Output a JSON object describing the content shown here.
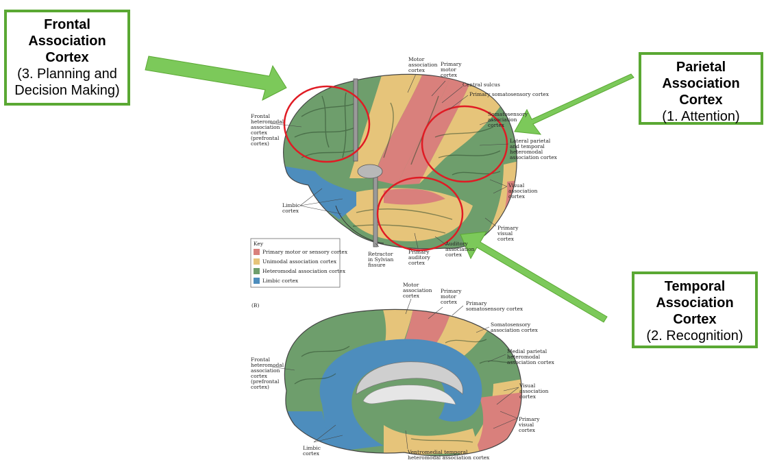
{
  "callouts": {
    "frontal": {
      "title": [
        "Frontal",
        "Association",
        "Cortex"
      ],
      "sub": [
        "(3. Planning and",
        "Decision Making)"
      ]
    },
    "parietal": {
      "title": [
        "Parietal",
        "Association",
        "Cortex"
      ],
      "sub": [
        "(1.  Attention)"
      ]
    },
    "temporal": {
      "title": [
        "Temporal",
        "Association",
        "Cortex"
      ],
      "sub": [
        "(2. Recognition)"
      ]
    }
  },
  "colors": {
    "primary": "#d9807c",
    "unimodal": "#e6c47a",
    "heteromodal": "#6e9e6c",
    "limbic": "#4d8dbd",
    "arrow": "#7cc95a",
    "circle": "#e01b24"
  },
  "lateral_labels": {
    "motor_assoc": [
      "Motor",
      "association",
      "cortex"
    ],
    "primary_motor": [
      "Primary",
      "motor",
      "cortex"
    ],
    "central_sulcus": [
      "Central sulcus"
    ],
    "primary_somato": [
      "Primary somatosensory cortex"
    ],
    "somato_assoc": [
      "Somatosensory",
      "association",
      "cortex"
    ],
    "frontal_hetero": [
      "Frontal",
      "heteromodal",
      "association",
      "cortex",
      "(prefrontal",
      "cortex)"
    ],
    "lateral_parietal": [
      "Lateral parietal",
      "and temporal",
      "heteromodal",
      "association cortex"
    ],
    "visual_assoc": [
      "Visual",
      "association",
      "cortex"
    ],
    "limbic": [
      "Limbic",
      "cortex"
    ],
    "primary_visual": [
      "Primary",
      "visual",
      "cortex"
    ],
    "retractor": [
      "Retractor",
      "in Sylvian",
      "fissure"
    ],
    "primary_auditory": [
      "Primary",
      "auditory",
      "cortex"
    ],
    "auditory_assoc": [
      "Auditory",
      "association",
      "cortex"
    ]
  },
  "key": {
    "title": "Key",
    "items": [
      "Primary motor or sensory cortex",
      "Unimodal association cortex",
      "Heteromodal association cortex",
      "Limbic cortex"
    ]
  },
  "panel_b": "(B)",
  "medial_labels": {
    "motor_assoc": [
      "Motor",
      "association",
      "cortex"
    ],
    "primary_motor": [
      "Primary",
      "motor",
      "cortex"
    ],
    "primary_somato": [
      "Primary",
      "somatosensory cortex"
    ],
    "somato_assoc": [
      "Somatosensory",
      "association cortex"
    ],
    "medial_parietal": [
      "Medial parietal",
      "heteromodal",
      "association cortex"
    ],
    "frontal_hetero": [
      "Frontal",
      "heteromodal",
      "association",
      "cortex",
      "(prefrontal",
      "cortex)"
    ],
    "visual_assoc": [
      "Visual",
      "association",
      "cortex"
    ],
    "primary_visual": [
      "Primary",
      "visual",
      "cortex"
    ],
    "limbic": [
      "Limbic",
      "cortex"
    ],
    "ventromedial": [
      "Ventromedial temporal",
      "heteromodal association cortex"
    ]
  }
}
